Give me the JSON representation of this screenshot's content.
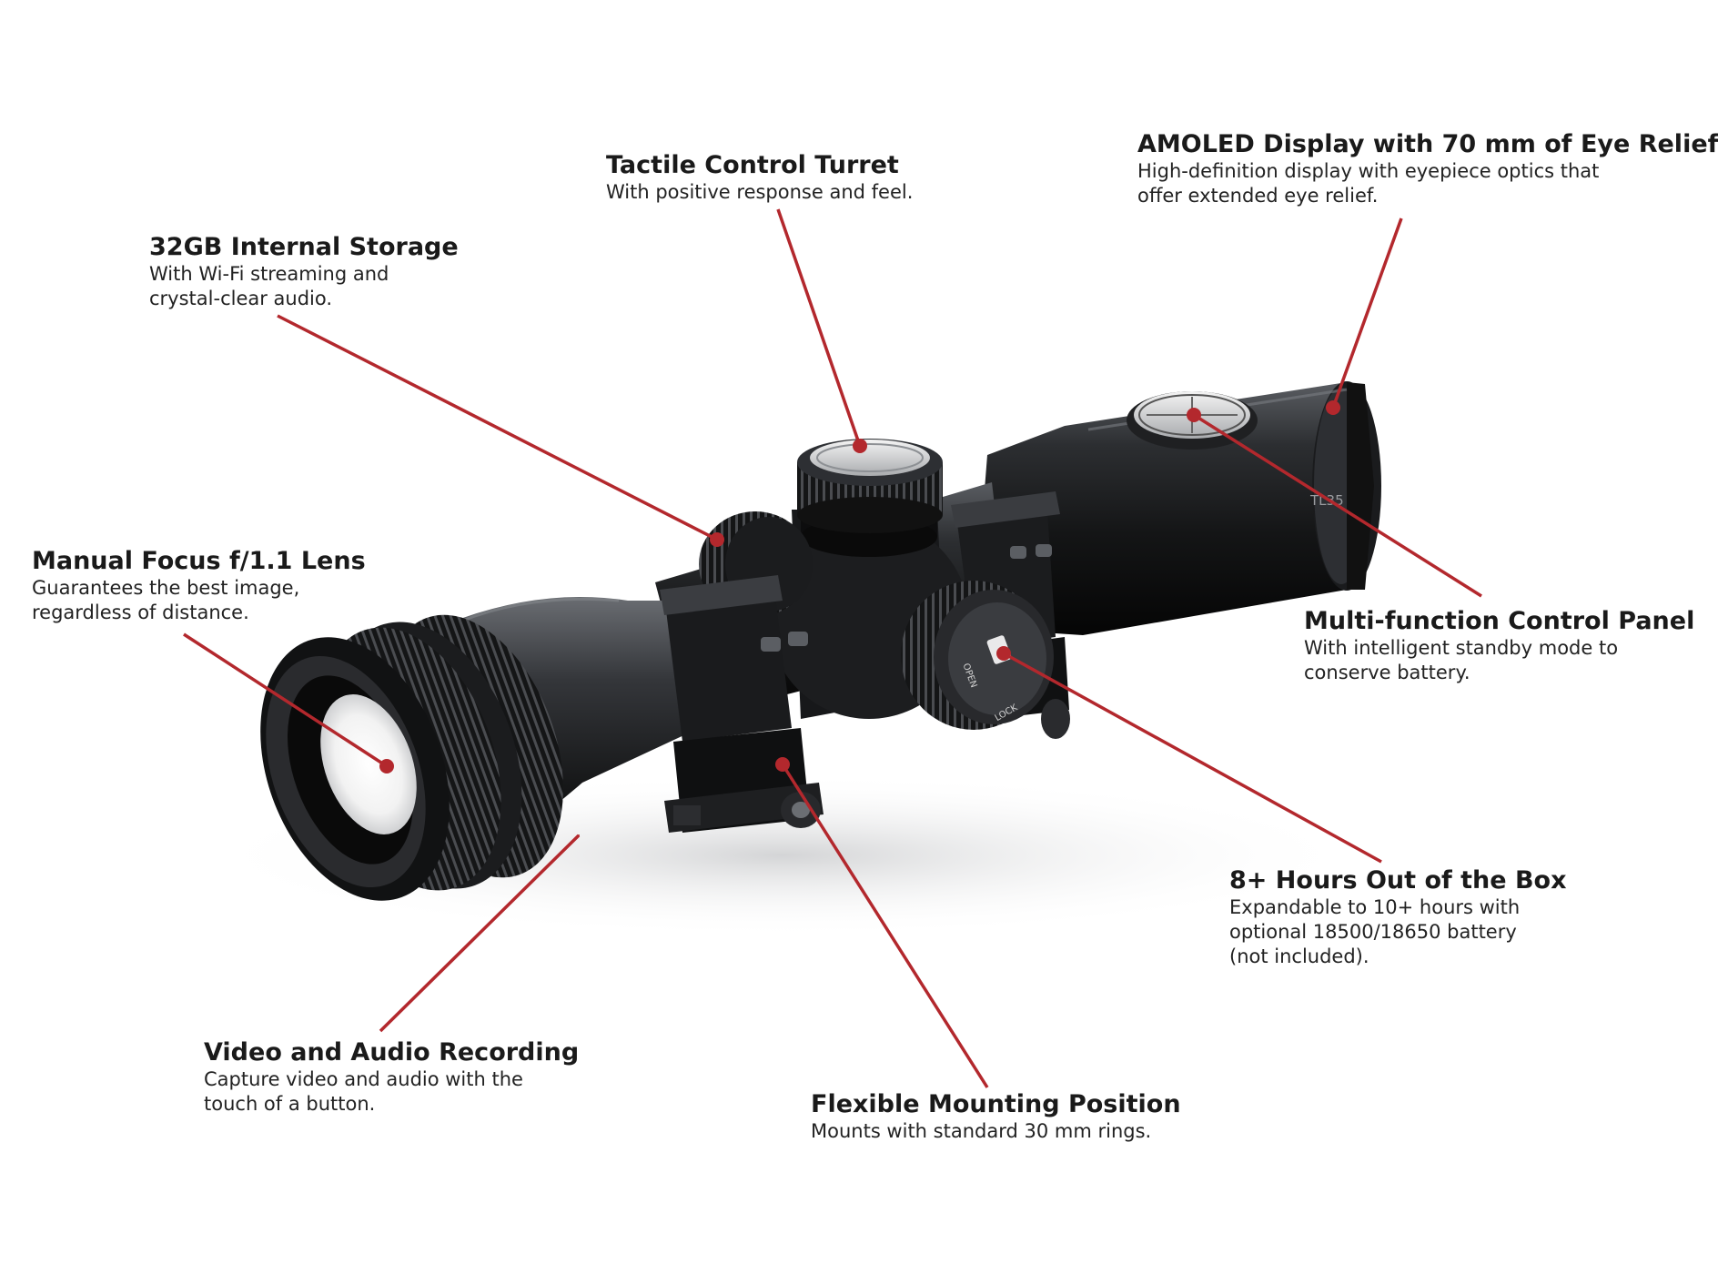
{
  "accent_color": "#b3282d",
  "product": {
    "model_label": "TL35",
    "dial_label_open": "OPEN",
    "dial_label_lock": "LOCK"
  },
  "callouts": [
    {
      "id": "internal-storage",
      "title": "32GB Internal Storage",
      "lines": [
        "With Wi-Fi streaming and",
        "crystal-clear audio."
      ]
    },
    {
      "id": "control-turret",
      "title": "Tactile Control Turret",
      "lines": [
        "With positive response and feel."
      ]
    },
    {
      "id": "amoled-display",
      "title": "AMOLED Display with 70 mm of Eye Relief",
      "lines": [
        "High-definition display with eyepiece optics that",
        "offer extended eye relief."
      ]
    },
    {
      "id": "manual-focus",
      "title": "Manual Focus f/1.1 Lens",
      "lines": [
        "Guarantees the best image,",
        "regardless of distance."
      ]
    },
    {
      "id": "control-panel",
      "title": "Multi-function Control Panel",
      "lines": [
        "With intelligent standby mode to",
        "conserve battery."
      ]
    },
    {
      "id": "battery-life",
      "title": "8+ Hours Out of the Box",
      "lines": [
        "Expandable to 10+ hours with",
        "optional 18500/18650 battery",
        "(not included)."
      ]
    },
    {
      "id": "video-recording",
      "title": "Video and Audio Recording",
      "lines": [
        "Capture video and audio with the",
        "touch of a button."
      ]
    },
    {
      "id": "mounting-position",
      "title": "Flexible Mounting Position",
      "lines": [
        "Mounts with standard 30 mm rings."
      ]
    }
  ]
}
